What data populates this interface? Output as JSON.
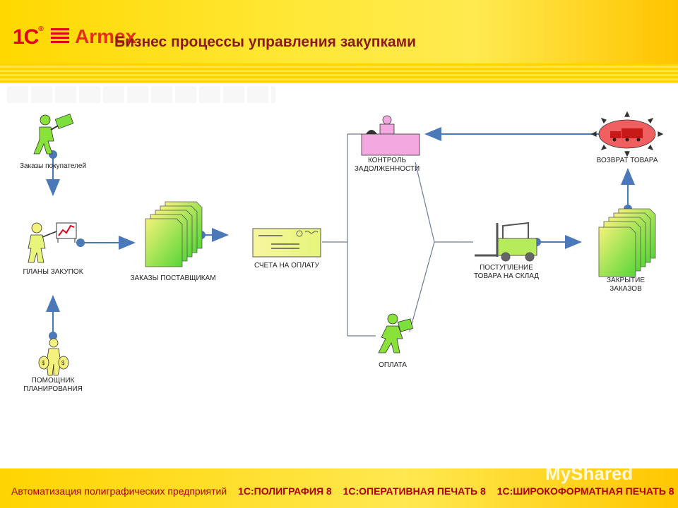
{
  "header": {
    "logo_1c": "1С",
    "logo_armex": "Armex",
    "title": "Бизнес процессы управления закупками"
  },
  "nodes": {
    "customer_orders": "Заказы покупателей",
    "purchase_plans": "ПЛАНЫ ЗАКУПОК",
    "planning_assistant": [
      "ПОМОЩНИК",
      "ПЛАНИРОВАНИЯ"
    ],
    "supplier_orders": "ЗАКАЗЫ ПОСТАВЩИКАМ",
    "invoices": "СЧЕТА НА ОПЛАТУ",
    "debt_control": [
      "КОНТРОЛЬ",
      "ЗАДОЛЖЕННОСТИ"
    ],
    "payment": "ОПЛАТА",
    "goods_receipt": [
      "ПОСТУПЛЕНИЕ",
      "ТОВАРА НА СКЛАД"
    ],
    "goods_return": "ВОЗВРАТ ТОВАРА",
    "order_closing": [
      "ЗАКРЫТИЕ",
      "ЗАКАЗОВ"
    ]
  },
  "footer": {
    "lead": "Автоматизация полиграфических предприятий",
    "item1": "1С:ПОЛИГРАФИЯ 8",
    "item2": "1С:ОПЕРАТИВНАЯ ПЕЧАТЬ 8",
    "item3": "1С:ШИРОКОФОРМАТНАЯ ПЕЧАТЬ 8"
  },
  "watermark": "MyShared",
  "colors": {
    "arrow": "#4a78b8",
    "title": "#8b1b1b",
    "brand_red": "#e2001a",
    "figure_green": "#88e23a",
    "doc_green": "#7de03a",
    "doc_yellow": "#f4f27a",
    "debt_pink": "#f3a9e0",
    "return_red": "#f06060"
  }
}
